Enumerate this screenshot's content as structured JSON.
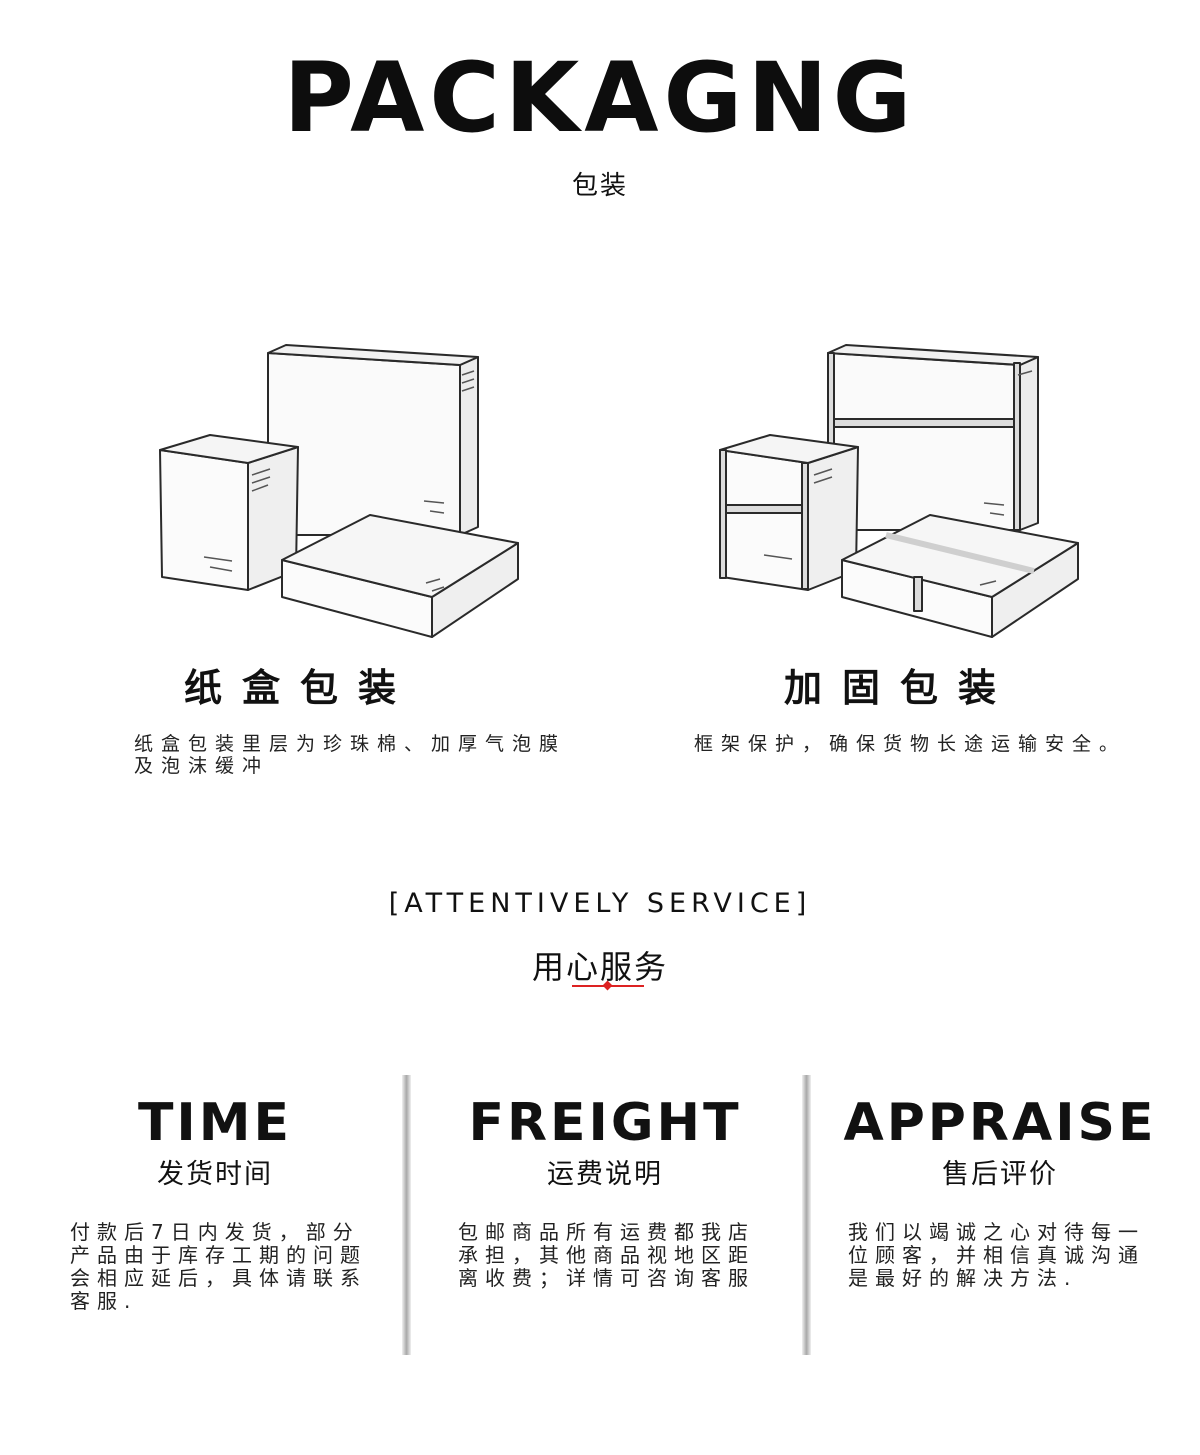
{
  "header": {
    "title": "PACKAGNG",
    "subtitle": "包装"
  },
  "packaging": [
    {
      "title": "纸盒包装",
      "description": "纸盒包装里层为珍珠棉、加厚气泡膜及泡沫缓冲",
      "icon": "carton-boxes-illustration"
    },
    {
      "title": "加固包装",
      "description": "框架保护，确保货物长途运输安全。",
      "icon": "reinforced-boxes-illustration"
    }
  ],
  "service": {
    "title_en": "[ATTENTIVELY SERVICE]",
    "title_cn": "用心服务",
    "accent_color": "#dd2222",
    "items": [
      {
        "title": "TIME",
        "subtitle": "发货时间",
        "description": "付款后7日内发货，部分产品由于库存工期的问题会相应延后，具体请联系客服."
      },
      {
        "title": "FREIGHT",
        "subtitle": "运费说明",
        "description": "包邮商品所有运费都我店承担，其他商品视地区距离收费；详情可咨询客服"
      },
      {
        "title": "APPRAISE",
        "subtitle": "售后评价",
        "description": "我们以竭诚之心对待每一位顾客，并相信真诚沟通是最好的解决方法."
      }
    ]
  }
}
